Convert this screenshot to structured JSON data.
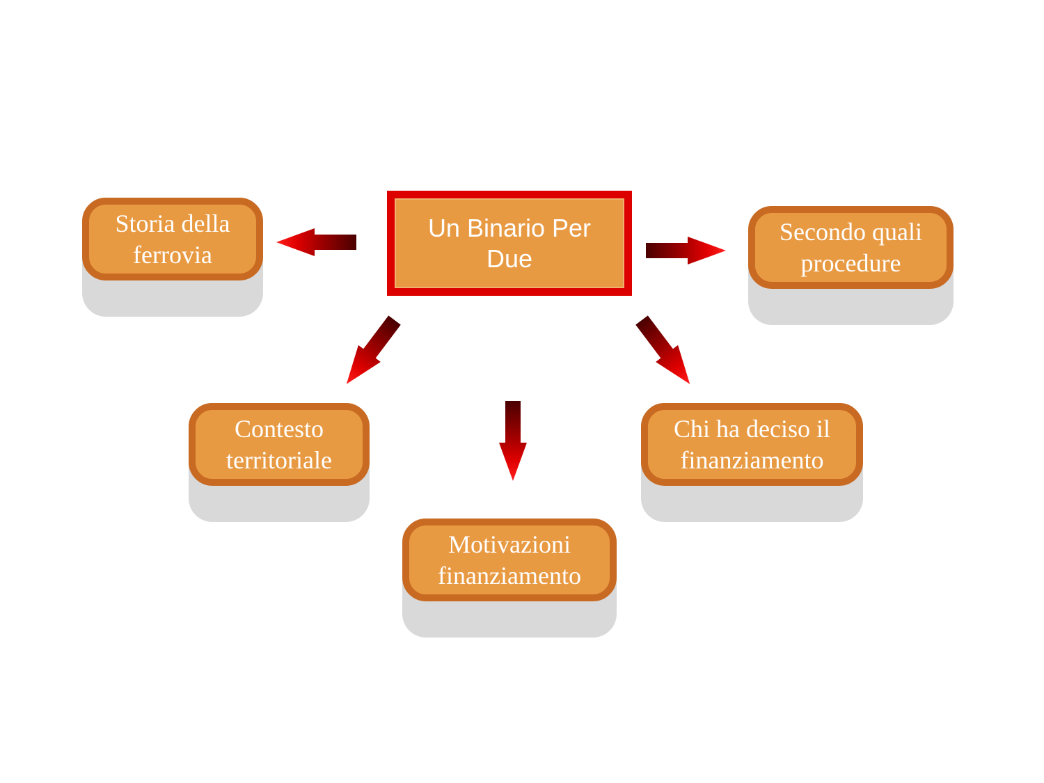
{
  "diagram": {
    "center": {
      "label": "Un Binario Per Due"
    },
    "nodes": [
      {
        "id": "storia",
        "label": "Storia della ferrovia"
      },
      {
        "id": "secondo",
        "label": "Secondo quali procedure"
      },
      {
        "id": "contesto",
        "label": "Contesto territoriale"
      },
      {
        "id": "chi",
        "label": "Chi ha deciso il finanziamento"
      },
      {
        "id": "motivazioni",
        "label": "Motivazioni finanziamento"
      }
    ],
    "colors": {
      "box_fill": "#e89a43",
      "box_border": "#c86a22",
      "center_border": "#dd0000",
      "shadow": "#d9d9d9",
      "arrow_dark": "#5a0000",
      "arrow_light": "#ee0000",
      "text": "#ffffff"
    }
  }
}
